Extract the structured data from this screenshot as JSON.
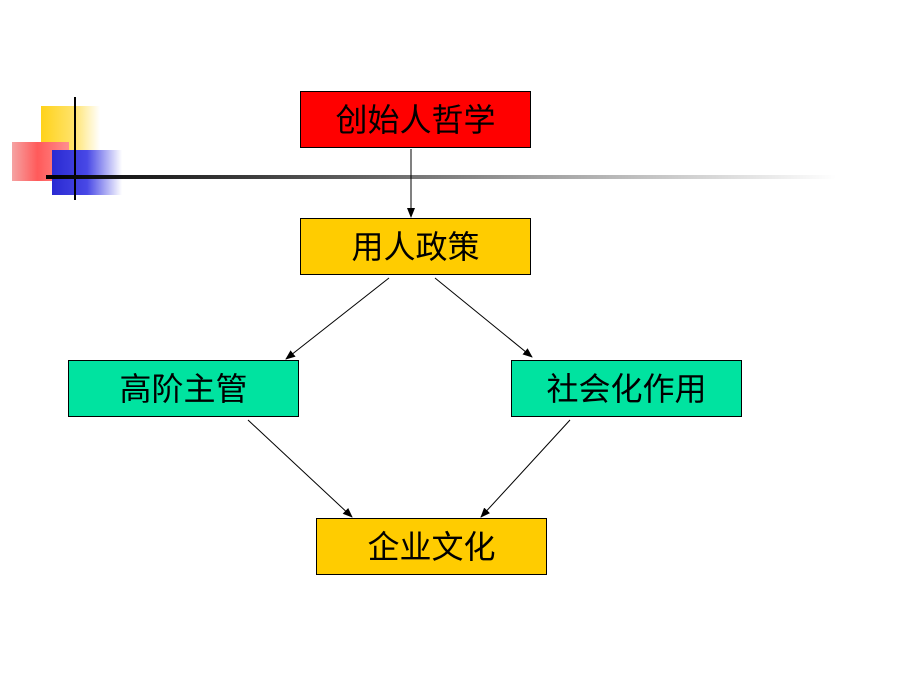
{
  "diagram": {
    "nodes": {
      "founder_philosophy": "创始人哲学",
      "hiring_policy": "用人政策",
      "senior_management": "高阶主管",
      "socialization": "社会化作用",
      "corporate_culture": "企业文化"
    },
    "edges": [
      {
        "from": "founder_philosophy",
        "to": "hiring_policy"
      },
      {
        "from": "hiring_policy",
        "to": "senior_management"
      },
      {
        "from": "hiring_policy",
        "to": "socialization"
      },
      {
        "from": "senior_management",
        "to": "corporate_culture"
      },
      {
        "from": "socialization",
        "to": "corporate_culture"
      }
    ]
  },
  "colors": {
    "founder_box": "#ff0000",
    "policy_box": "#ffcc00",
    "middle_boxes": "#00e3a0",
    "culture_box": "#ffcc00"
  }
}
